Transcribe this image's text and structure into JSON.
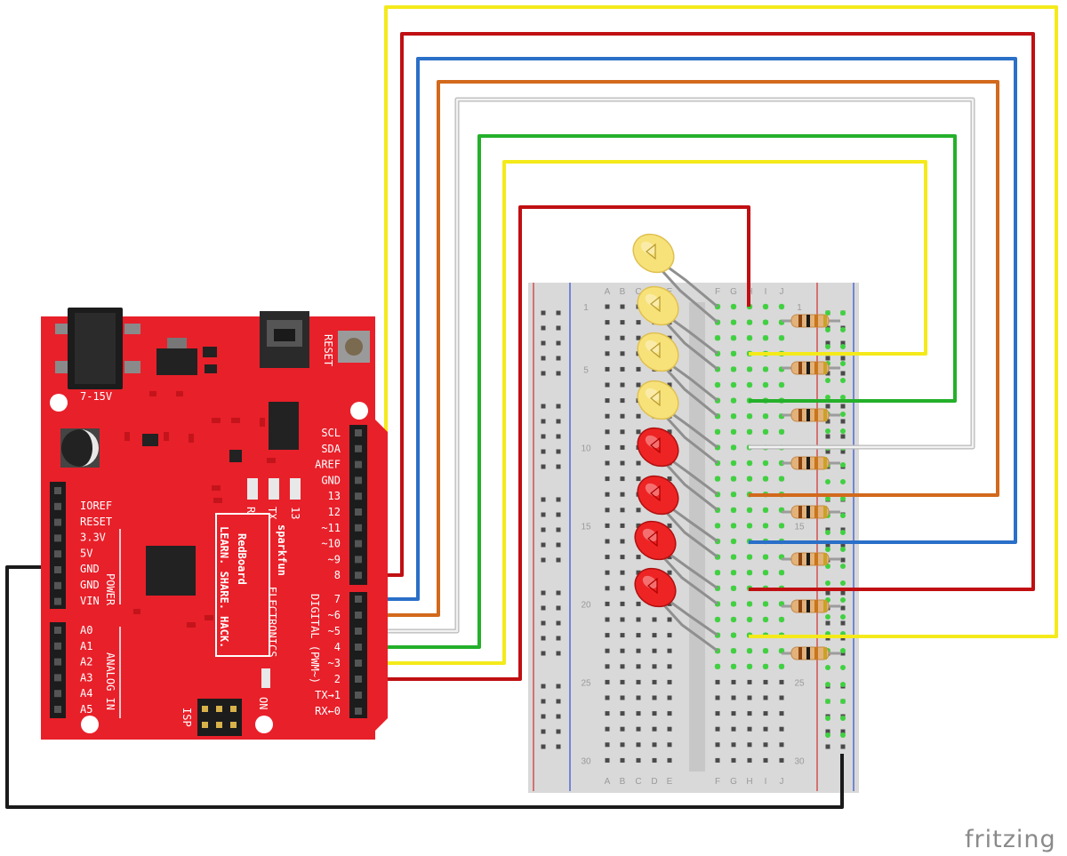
{
  "watermark": "fritzing",
  "board": {
    "power_jack_label": "7-15V",
    "reset_label": "RESET",
    "isp_label": "ISP",
    "on_label": "ON",
    "rx_label": "RX",
    "tx_label": "TX",
    "led13_label": "13",
    "brand_small": "sparkfun",
    "brand_sub": "ELECTRONICS",
    "brand_name": "RedBoard",
    "tagline": "LEARN. SHARE. HACK.",
    "power_header_title": "POWER",
    "analog_header_title": "ANALOG IN",
    "digital_header_title": "DIGITAL (PWM~)",
    "power_pins": [
      "IOREF",
      "RESET",
      "3.3V",
      "5V",
      "GND",
      "GND",
      "VIN"
    ],
    "analog_pins": [
      "A0",
      "A1",
      "A2",
      "A3",
      "A4",
      "A5"
    ],
    "digital_upper_pins": [
      "SCL",
      "SDA",
      "AREF",
      "GND",
      "13",
      "12",
      "~11",
      "~10",
      "~9",
      "8"
    ],
    "digital_lower_pins": [
      "7",
      "~6",
      "~5",
      "4",
      "~3",
      "2",
      "TX→1",
      "RX←0"
    ]
  },
  "breadboard": {
    "col_letters_left": [
      "A",
      "B",
      "C",
      "D",
      "E"
    ],
    "col_letters_right": [
      "F",
      "G",
      "H",
      "I",
      "J"
    ],
    "row_numbers_left": [
      "1",
      "5",
      "10",
      "15",
      "20",
      "25",
      "30"
    ],
    "row_numbers_right": [
      "1",
      "15",
      "25",
      "30"
    ]
  },
  "colors": {
    "board_red": "#e8202a",
    "wire_yellow": "#f4ea1a",
    "wire_red": "#c00f12",
    "wire_blue": "#2a6fc8",
    "wire_orange": "#d2691c",
    "wire_white": "#cfcfcf",
    "wire_green": "#24b02a",
    "wire_black": "#1a1a1a",
    "led_yellow": "#f7e27a",
    "led_red": "#ee2424"
  }
}
